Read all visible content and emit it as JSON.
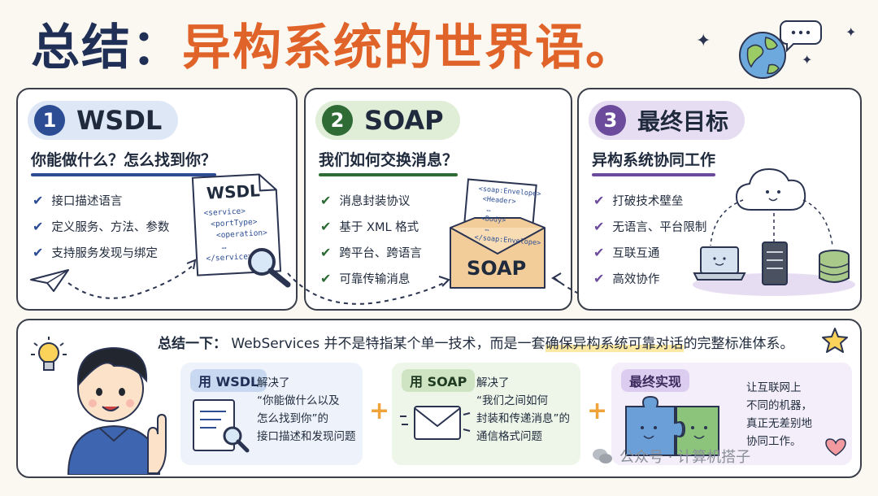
{
  "title": {
    "part1": "总结：",
    "part2": "异构系统的世界语。"
  },
  "cards": [
    {
      "number": "1",
      "label": "WSDL",
      "subtitle": "你能做什么？怎么找到你？",
      "bullets": [
        "接口描述语言",
        "定义服务、方法、参数",
        "支持服务发现与绑定"
      ],
      "doc": {
        "title": "WSDL",
        "lines": [
          "<service>",
          "<portType>",
          "<operation>",
          "…",
          "</service>"
        ]
      }
    },
    {
      "number": "2",
      "label": "SOAP",
      "subtitle": "我们如何交换消息？",
      "bullets": [
        "消息封装协议",
        "基于 XML 格式",
        "跨平台、跨语言",
        "可靠传输消息"
      ],
      "envelope": {
        "box_label": "SOAP",
        "lines": [
          "<soap:Envelope>",
          "<Header>",
          "…",
          "<Body>",
          "…",
          "</soap:Envelope>"
        ]
      }
    },
    {
      "number": "3",
      "label": "最终目标",
      "subtitle": "异构系统协同工作",
      "bullets": [
        "打破技术壁垒",
        "无语言、平台限制",
        "互联互通",
        "高效协作"
      ]
    }
  ],
  "summary": {
    "lead": "总结一下：",
    "text_a": " WebServices 并不是特指某个单一技术，而是一套",
    "highlight": "确保异构系统可靠对话",
    "text_b": "的完整标准体系。"
  },
  "mini_cards": [
    {
      "tag": "用 WSDL",
      "lines": [
        "解决了",
        "“你能做什么以及",
        "怎么找到你”的",
        "接口描述和发现问题"
      ]
    },
    {
      "tag": "用 SOAP",
      "lines": [
        "解决了",
        "“我们之间如何",
        "封装和传递消息”的",
        "通信格式问题"
      ]
    },
    {
      "tag": "最终实现",
      "lines": [
        "让互联网上",
        "不同的机器，",
        "真正无差别地",
        "协同工作。"
      ]
    }
  ],
  "watermark": "公众号 · 计算机搭子",
  "colors": {
    "title_dark": "#1f2f55",
    "title_orange": "#e0642a",
    "wsdl_blue": "#2c4d94",
    "wsdl_pill": "#dde7f6",
    "soap_green": "#2f6b35",
    "soap_pill": "#e0eed8",
    "goal_purple": "#6c4b9c",
    "goal_pill": "#e7ddf3",
    "plus_orange": "#f0a338"
  },
  "icons": [
    "globe-icon",
    "speech-bubble-icon",
    "sparkle-icon",
    "paper-plane-icon",
    "magnifier-icon",
    "envelope-icon",
    "cloud-icon",
    "laptop-icon",
    "server-icon",
    "database-icon",
    "lightbulb-icon",
    "star-icon",
    "puzzle-icon",
    "heart-icon",
    "wechat-icon",
    "boy-character"
  ]
}
